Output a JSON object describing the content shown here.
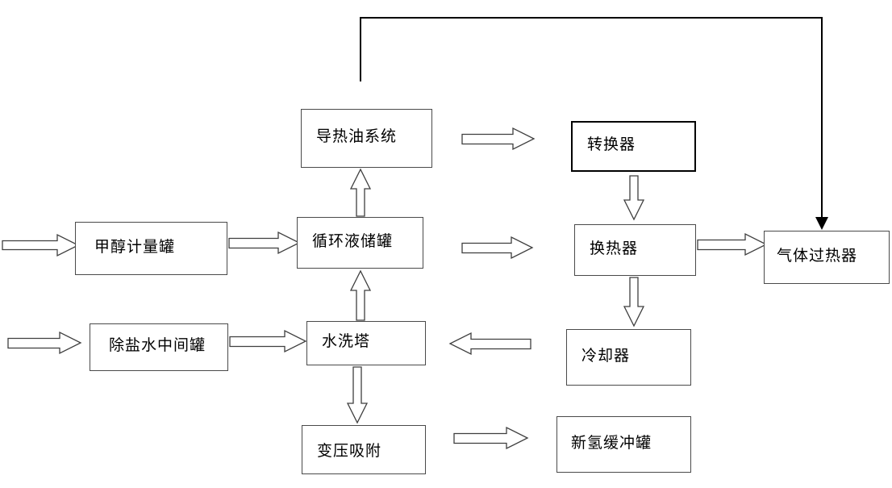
{
  "diagram": {
    "nodes": {
      "heat_oil_system": {
        "label": "导热油系统"
      },
      "converter": {
        "label": "转换器"
      },
      "methanol_metering_tank": {
        "label": "甲醇计量罐"
      },
      "circulating_liquid_tank": {
        "label": "循环液储罐"
      },
      "heat_exchanger": {
        "label": "换热器"
      },
      "gas_superheater": {
        "label": "气体过热器"
      },
      "desalted_water_tank": {
        "label": "除盐水中间罐"
      },
      "water_wash_tower": {
        "label": "水洗塔"
      },
      "cooler": {
        "label": "冷却器"
      },
      "pressure_swing_adsorption": {
        "label": "变压吸附"
      },
      "fresh_hydrogen_buffer_tank": {
        "label": "新氢缓冲罐"
      }
    },
    "flows": [
      {
        "from": "feed-inlet",
        "to": "methanol_metering_tank",
        "style": "hollow-right"
      },
      {
        "from": "methanol_metering_tank",
        "to": "circulating_liquid_tank",
        "style": "hollow-right"
      },
      {
        "from": "heat_oil_system",
        "to": "converter",
        "style": "hollow-right"
      },
      {
        "from": "circulating_liquid_tank",
        "to": "heat_exchanger",
        "style": "hollow-right"
      },
      {
        "from": "heat_exchanger",
        "to": "gas_superheater",
        "style": "hollow-right"
      },
      {
        "from": "converter",
        "to": "heat_exchanger",
        "style": "hollow-down"
      },
      {
        "from": "circulating_liquid_tank",
        "to": "heat_oil_system",
        "style": "hollow-up"
      },
      {
        "from": "water_wash_tower",
        "to": "circulating_liquid_tank",
        "style": "hollow-up"
      },
      {
        "from": "heat_exchanger",
        "to": "cooler",
        "style": "hollow-down"
      },
      {
        "from": "cooler",
        "to": "water_wash_tower",
        "style": "hollow-left"
      },
      {
        "from": "feed-inlet",
        "to": "desalted_water_tank",
        "style": "hollow-right"
      },
      {
        "from": "desalted_water_tank",
        "to": "water_wash_tower",
        "style": "hollow-right"
      },
      {
        "from": "water_wash_tower",
        "to": "pressure_swing_adsorption",
        "style": "hollow-down"
      },
      {
        "from": "pressure_swing_adsorption",
        "to": "fresh_hydrogen_buffer_tank",
        "style": "hollow-right"
      },
      {
        "from": "heat_oil_system_top",
        "to": "gas_superheater",
        "style": "solid-line-arrow"
      }
    ],
    "colors": {
      "background": "#ffffff",
      "box_border": "#4a4a4a",
      "emphasis_border": "#000000",
      "arrow_outline": "#3f3f3f",
      "solid_line": "#000000",
      "text": "#000000"
    }
  }
}
